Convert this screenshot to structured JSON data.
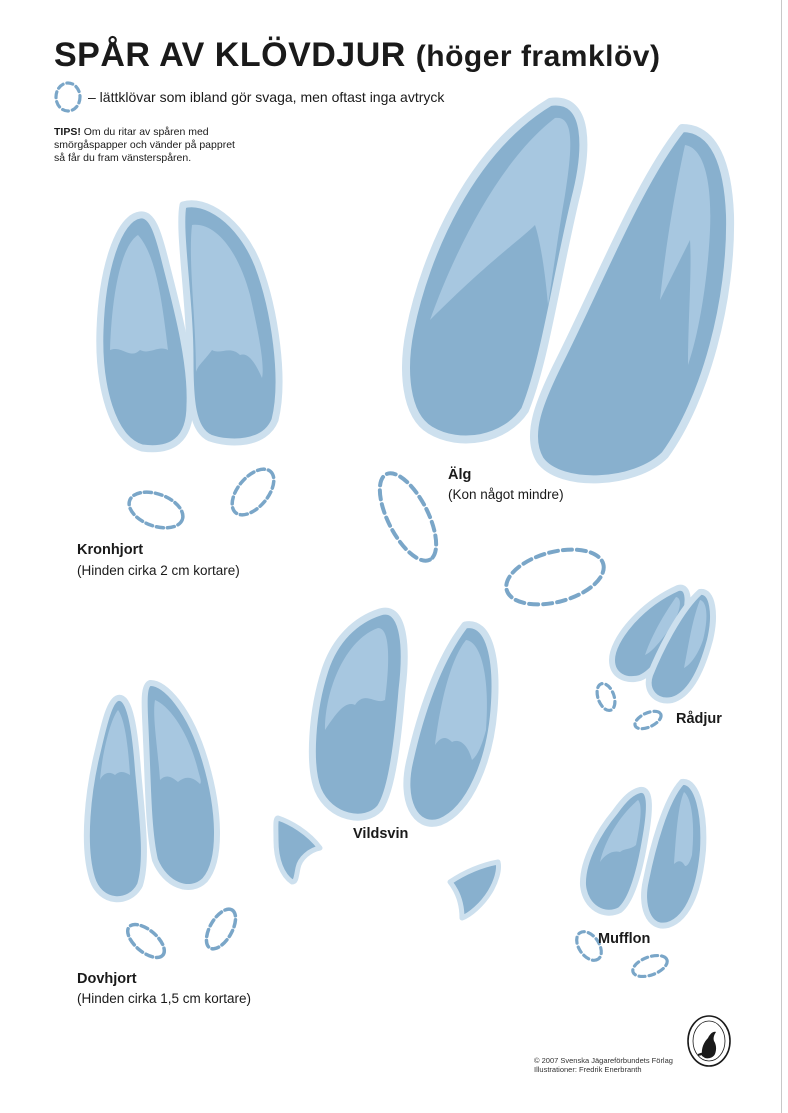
{
  "title": {
    "main": "SPÅR AV KLÖVDJUR",
    "sub": "(höger framklöv)"
  },
  "legend": {
    "text": "– lättklövar som ibland gör svaga, men oftast inga avtryck"
  },
  "tips": {
    "label": "TIPS!",
    "text": "Om du ritar av spåren med smörgåspapper och vänder på pappret så får du fram vänsterspåren."
  },
  "animals": {
    "kronhjort": {
      "name": "Kronhjort",
      "note": "(Hinden cirka 2 cm kortare)"
    },
    "alg": {
      "name": "Älg",
      "note": "(Kon något mindre)"
    },
    "vildsvin": {
      "name": "Vildsvin"
    },
    "radjur": {
      "name": "Rådjur"
    },
    "dovhjort": {
      "name": "Dovhjort",
      "note": "(Hinden cirka 1,5 cm kortare)"
    },
    "mufflon": {
      "name": "Mufflon"
    }
  },
  "credits": {
    "line1": "© 2007 Svenska Jägareförbundets Förlag",
    "line2": "Illustrationer: Fredrik Enerbranth"
  },
  "colors": {
    "hoof_fill": "#88b0ce",
    "hoof_highlight": "#a7c7e0",
    "hoof_outline": "#cde0ee",
    "dash": "#7aa6c8",
    "text": "#1a1a1a"
  },
  "icons": {
    "seal": "svenska-jagareforbundet-seal-icon"
  }
}
